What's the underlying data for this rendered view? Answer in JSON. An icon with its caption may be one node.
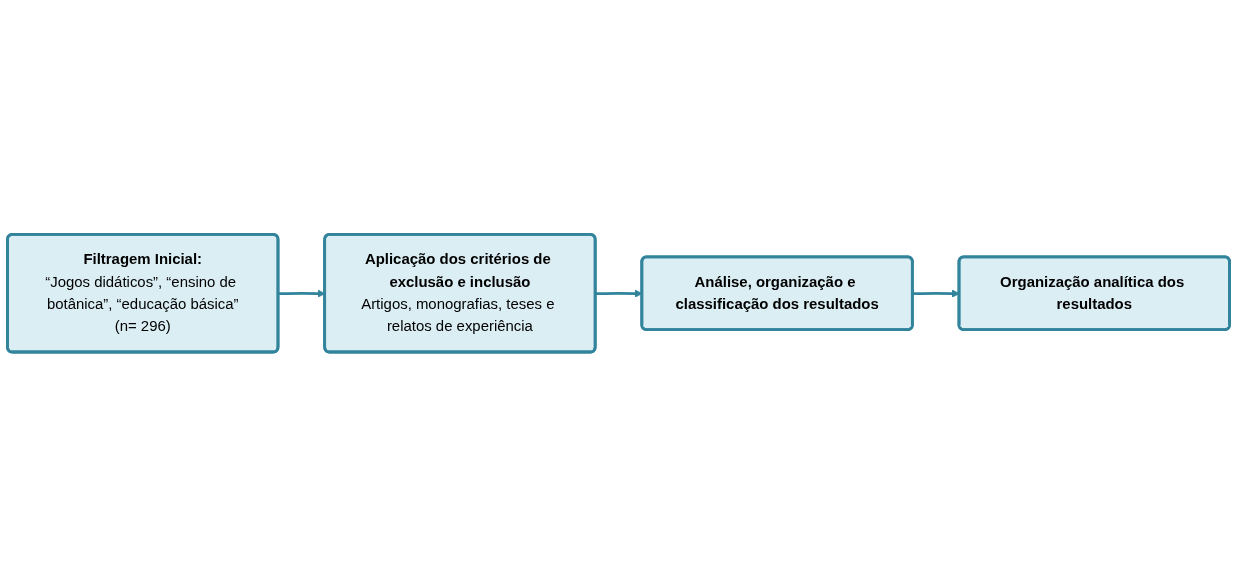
{
  "diagram": {
    "nodes": [
      {
        "text": [
          "Filtragem Inicial:",
          "“Jogos didáticos”, “ensino de botânica”, “educação básica”",
          "(n= 296)"
        ]
      },
      {
        "text": [
          "Aplicação dos critérios de exclusão e inclusão",
          "Artigos, monografias, teses e relatos de experiência"
        ]
      },
      {
        "text": [
          "Análise, organização e classificação dos resultados"
        ]
      },
      {
        "text": [
          "Organização analítica dos resultados"
        ]
      }
    ],
    "edges": [
      {
        "from": 0,
        "to": 1,
        "arrow": "to"
      },
      {
        "from": 1,
        "to": 2,
        "arrow": "to"
      },
      {
        "from": 2,
        "to": 3,
        "arrow": "to"
      }
    ]
  }
}
